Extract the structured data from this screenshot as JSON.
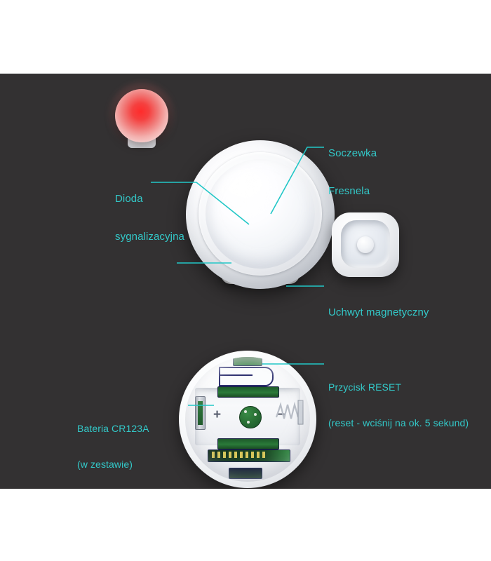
{
  "page": {
    "background_color": "#ffffff",
    "panel_color": "#333132",
    "accent_color": "#33c9c9"
  },
  "callouts": [
    {
      "id": "fresnel-lens",
      "lines": [
        "Soczewka",
        "Fresnela"
      ],
      "line1": "Soczewka",
      "line2": "Fresnela"
    },
    {
      "id": "signal-diode",
      "lines": [
        "Dioda",
        "sygnalizacyjna"
      ],
      "line1": "Dioda",
      "line2": "sygnalizacyjna"
    },
    {
      "id": "magnetic-holder",
      "lines": [
        "Uchwyt magnetyczny"
      ],
      "line1": "Uchwyt magnetyczny",
      "line2": ""
    },
    {
      "id": "reset-button",
      "lines": [
        "Przycisk RESET",
        "(reset - wciśnij na ok. 5 sekund)"
      ],
      "line1": "Przycisk RESET",
      "line2": "(reset - wciśnij na ok. 5 sekund)"
    },
    {
      "id": "battery",
      "lines": [
        "Bateria CR123A",
        "(w zestawie)"
      ],
      "line1": "Bateria CR123A",
      "line2": "(w zestawie)"
    }
  ],
  "parts": {
    "sensor_body": "pir-motion-sensor-sphere",
    "sensor_led_on": "pir-motion-sensor-red-led",
    "holder": "magnetic-mount",
    "open_unit": "sensor-bottom-open-battery-compartment",
    "battery_polarity_plus": "+",
    "battery_polarity_minus": "−"
  }
}
